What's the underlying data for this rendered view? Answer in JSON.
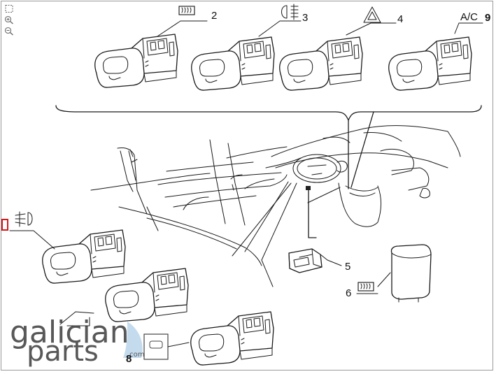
{
  "toolbar": {
    "fit_icon": "fit-page-icon",
    "zoom_in_icon": "zoom-in-icon",
    "zoom_out_icon": "zoom-out-icon"
  },
  "callouts": {
    "c2": "2",
    "c3": "3",
    "c4": "4",
    "c5": "5",
    "c6": "6",
    "c8": "8",
    "c9": "9",
    "ac": "A/C"
  },
  "watermark": {
    "line1": "galician",
    "line2": "parts",
    "suffix": ".com"
  },
  "colors": {
    "hotspot": "#d21a1a",
    "line": "#1a1a1a",
    "watermark": "#3b3b3b",
    "watermark_accent": "#a9cbe6"
  }
}
